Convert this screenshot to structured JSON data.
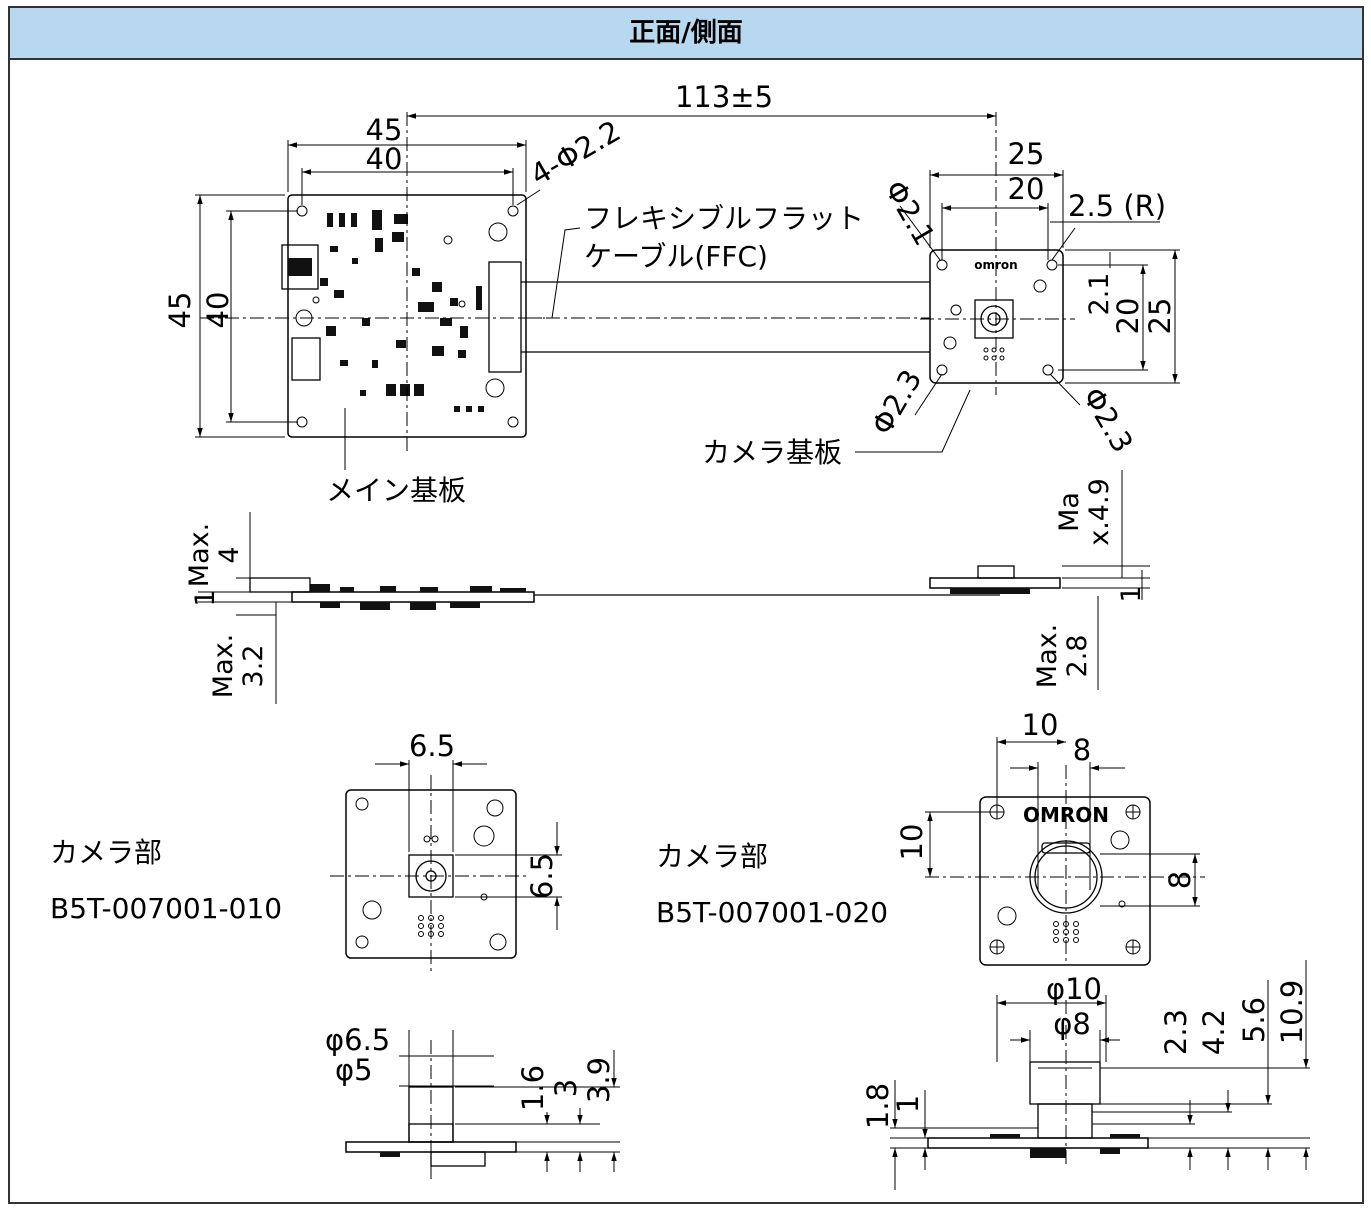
{
  "header": {
    "title": "正面/側面"
  },
  "labels": {
    "ffc_line1": "フレキシブルフラット",
    "ffc_line2": "ケーブル(FFC)",
    "main_board": "メイン基板",
    "camera_board": "カメラ基板",
    "camera1_title": "カメラ部",
    "camera1_model": "B5T-007001-010",
    "camera2_title": "カメラ部",
    "camera2_model": "B5T-007001-020",
    "omron_logo_top": "omron",
    "omron_logo_bottom": "OMRON"
  },
  "dimensions": {
    "overall_length": "113±5",
    "main_w_outer": "45",
    "main_w_inner": "40",
    "main_h_outer": "45",
    "main_h_inner": "40",
    "main_holes": "4-Φ2.2",
    "cam_w_outer": "25",
    "cam_w_inner": "20",
    "cam_h_outer": "25",
    "cam_h_inner": "20",
    "cam_radius": "2.5 (R)",
    "cam_hole_top": "Φ2.1",
    "cam_offset": "2.1",
    "cam_hole_bl": "Φ2.3",
    "cam_hole_br": "Φ2.3",
    "side_main_max_top": "Max.\n4",
    "side_main_thick": "1",
    "side_main_max_bottom": "Max.\n3.2",
    "side_cam_max_top": "Ma\nx.4.9",
    "side_cam_thick": "1",
    "side_cam_max_bottom": "Max.\n2.8",
    "c1_lens_w": "6.5",
    "c1_lens_h": "6.5",
    "c1_phi_outer": "φ6.5",
    "c1_phi_inner": "φ5",
    "c1_h1": "1.6",
    "c1_h2": "3",
    "c1_h3": "3.9",
    "c2_w_outer": "10",
    "c2_w_inner": "8",
    "c2_h_outer": "10",
    "c2_h_inner": "8",
    "c2_phi_outer": "φ10",
    "c2_phi_inner": "φ8",
    "c2_h1": "2.3",
    "c2_h2": "4.2",
    "c2_h3": "5.6",
    "c2_h4": "10.9",
    "c2_side_a": "1.8",
    "c2_side_b": "1"
  }
}
